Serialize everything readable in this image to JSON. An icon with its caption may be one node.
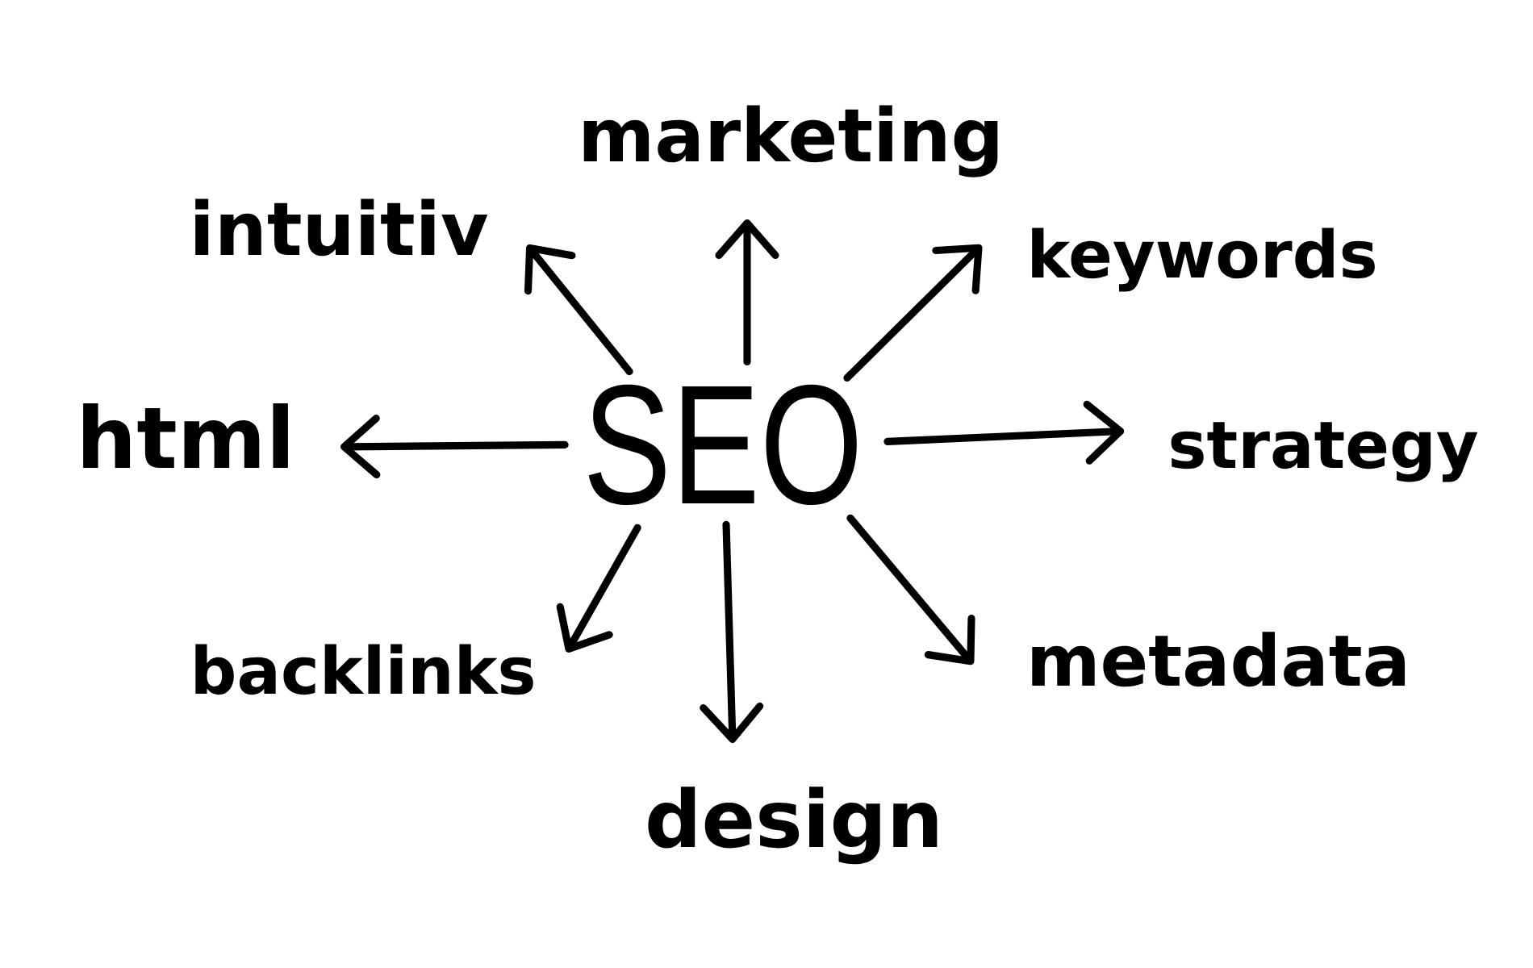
{
  "diagram": {
    "nodes": [
      {
        "text": [
          "marketing"
        ]
      },
      {
        "text": [
          "intuitiv"
        ]
      },
      {
        "text": [
          "keywords"
        ]
      },
      {
        "text": [
          "html"
        ]
      },
      {
        "text": [
          "SEO"
        ]
      },
      {
        "text": [
          "strategy"
        ]
      },
      {
        "text": [
          "backlinks"
        ]
      },
      {
        "text": [
          "metadata"
        ]
      },
      {
        "text": [
          "design"
        ]
      }
    ],
    "edges": [
      {
        "from": 4,
        "to": 1,
        "arrow": "to"
      },
      {
        "from": 4,
        "to": 0,
        "arrow": "to"
      },
      {
        "from": 4,
        "to": 2,
        "arrow": "to"
      },
      {
        "from": 4,
        "to": 3,
        "arrow": "to"
      },
      {
        "from": 4,
        "to": 5,
        "arrow": "to"
      },
      {
        "from": 4,
        "to": 6,
        "arrow": "to"
      },
      {
        "from": 4,
        "to": 8,
        "arrow": "to"
      },
      {
        "from": 4,
        "to": 7,
        "arrow": "to"
      }
    ]
  }
}
